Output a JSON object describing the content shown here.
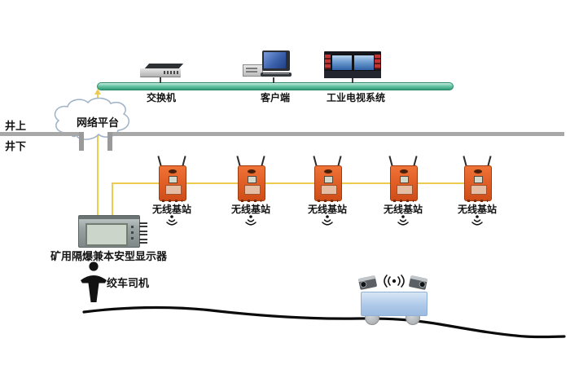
{
  "diagram": {
    "shaft": {
      "above_label": "井上",
      "below_label": "井下"
    },
    "cloud": {
      "label": "网络平台"
    },
    "surface_devices": {
      "switch_label": "交换机",
      "client_label": "客户端",
      "tv_label": "工业电视系统"
    },
    "stations": {
      "items": [
        {
          "label": "无线基站"
        },
        {
          "label": "无线基站"
        },
        {
          "label": "无线基站"
        },
        {
          "label": "无线基站"
        },
        {
          "label": "无线基站"
        }
      ]
    },
    "underground": {
      "display_label": "矿用隔爆兼本安型显示器",
      "operator_label": "绞车司机"
    },
    "colors": {
      "bus_green": "#2f9b77",
      "cable_yellow": "#eccb4f",
      "station_orange": "#df5c24",
      "cart_blue": "#aec9e9",
      "divider_gray": "#a8a8a8"
    }
  }
}
